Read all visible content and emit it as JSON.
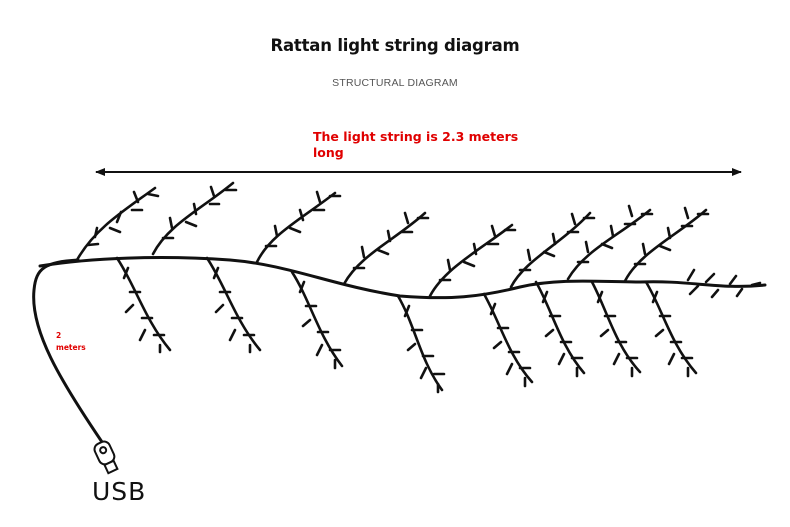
{
  "title": "Rattan light string diagram",
  "subtitle": "STRUCTURAL DIAGRAM",
  "annotations": {
    "string_length": "The light string is 2.3 meters long",
    "cable_length_value": "2",
    "cable_length_unit": "meters",
    "connector": "USB"
  },
  "colors": {
    "line": "#111111",
    "annotation_red": "#e00000",
    "subtitle_gray": "#555555"
  },
  "components": {
    "dimension_arrow": "double-headed arrow spanning full string length",
    "main_vine": "wavy main rattan line",
    "branches_up": 8,
    "branches_down": 9,
    "cable": "curved lead cable to USB plug",
    "usb_plug": "usb-plug-icon"
  }
}
